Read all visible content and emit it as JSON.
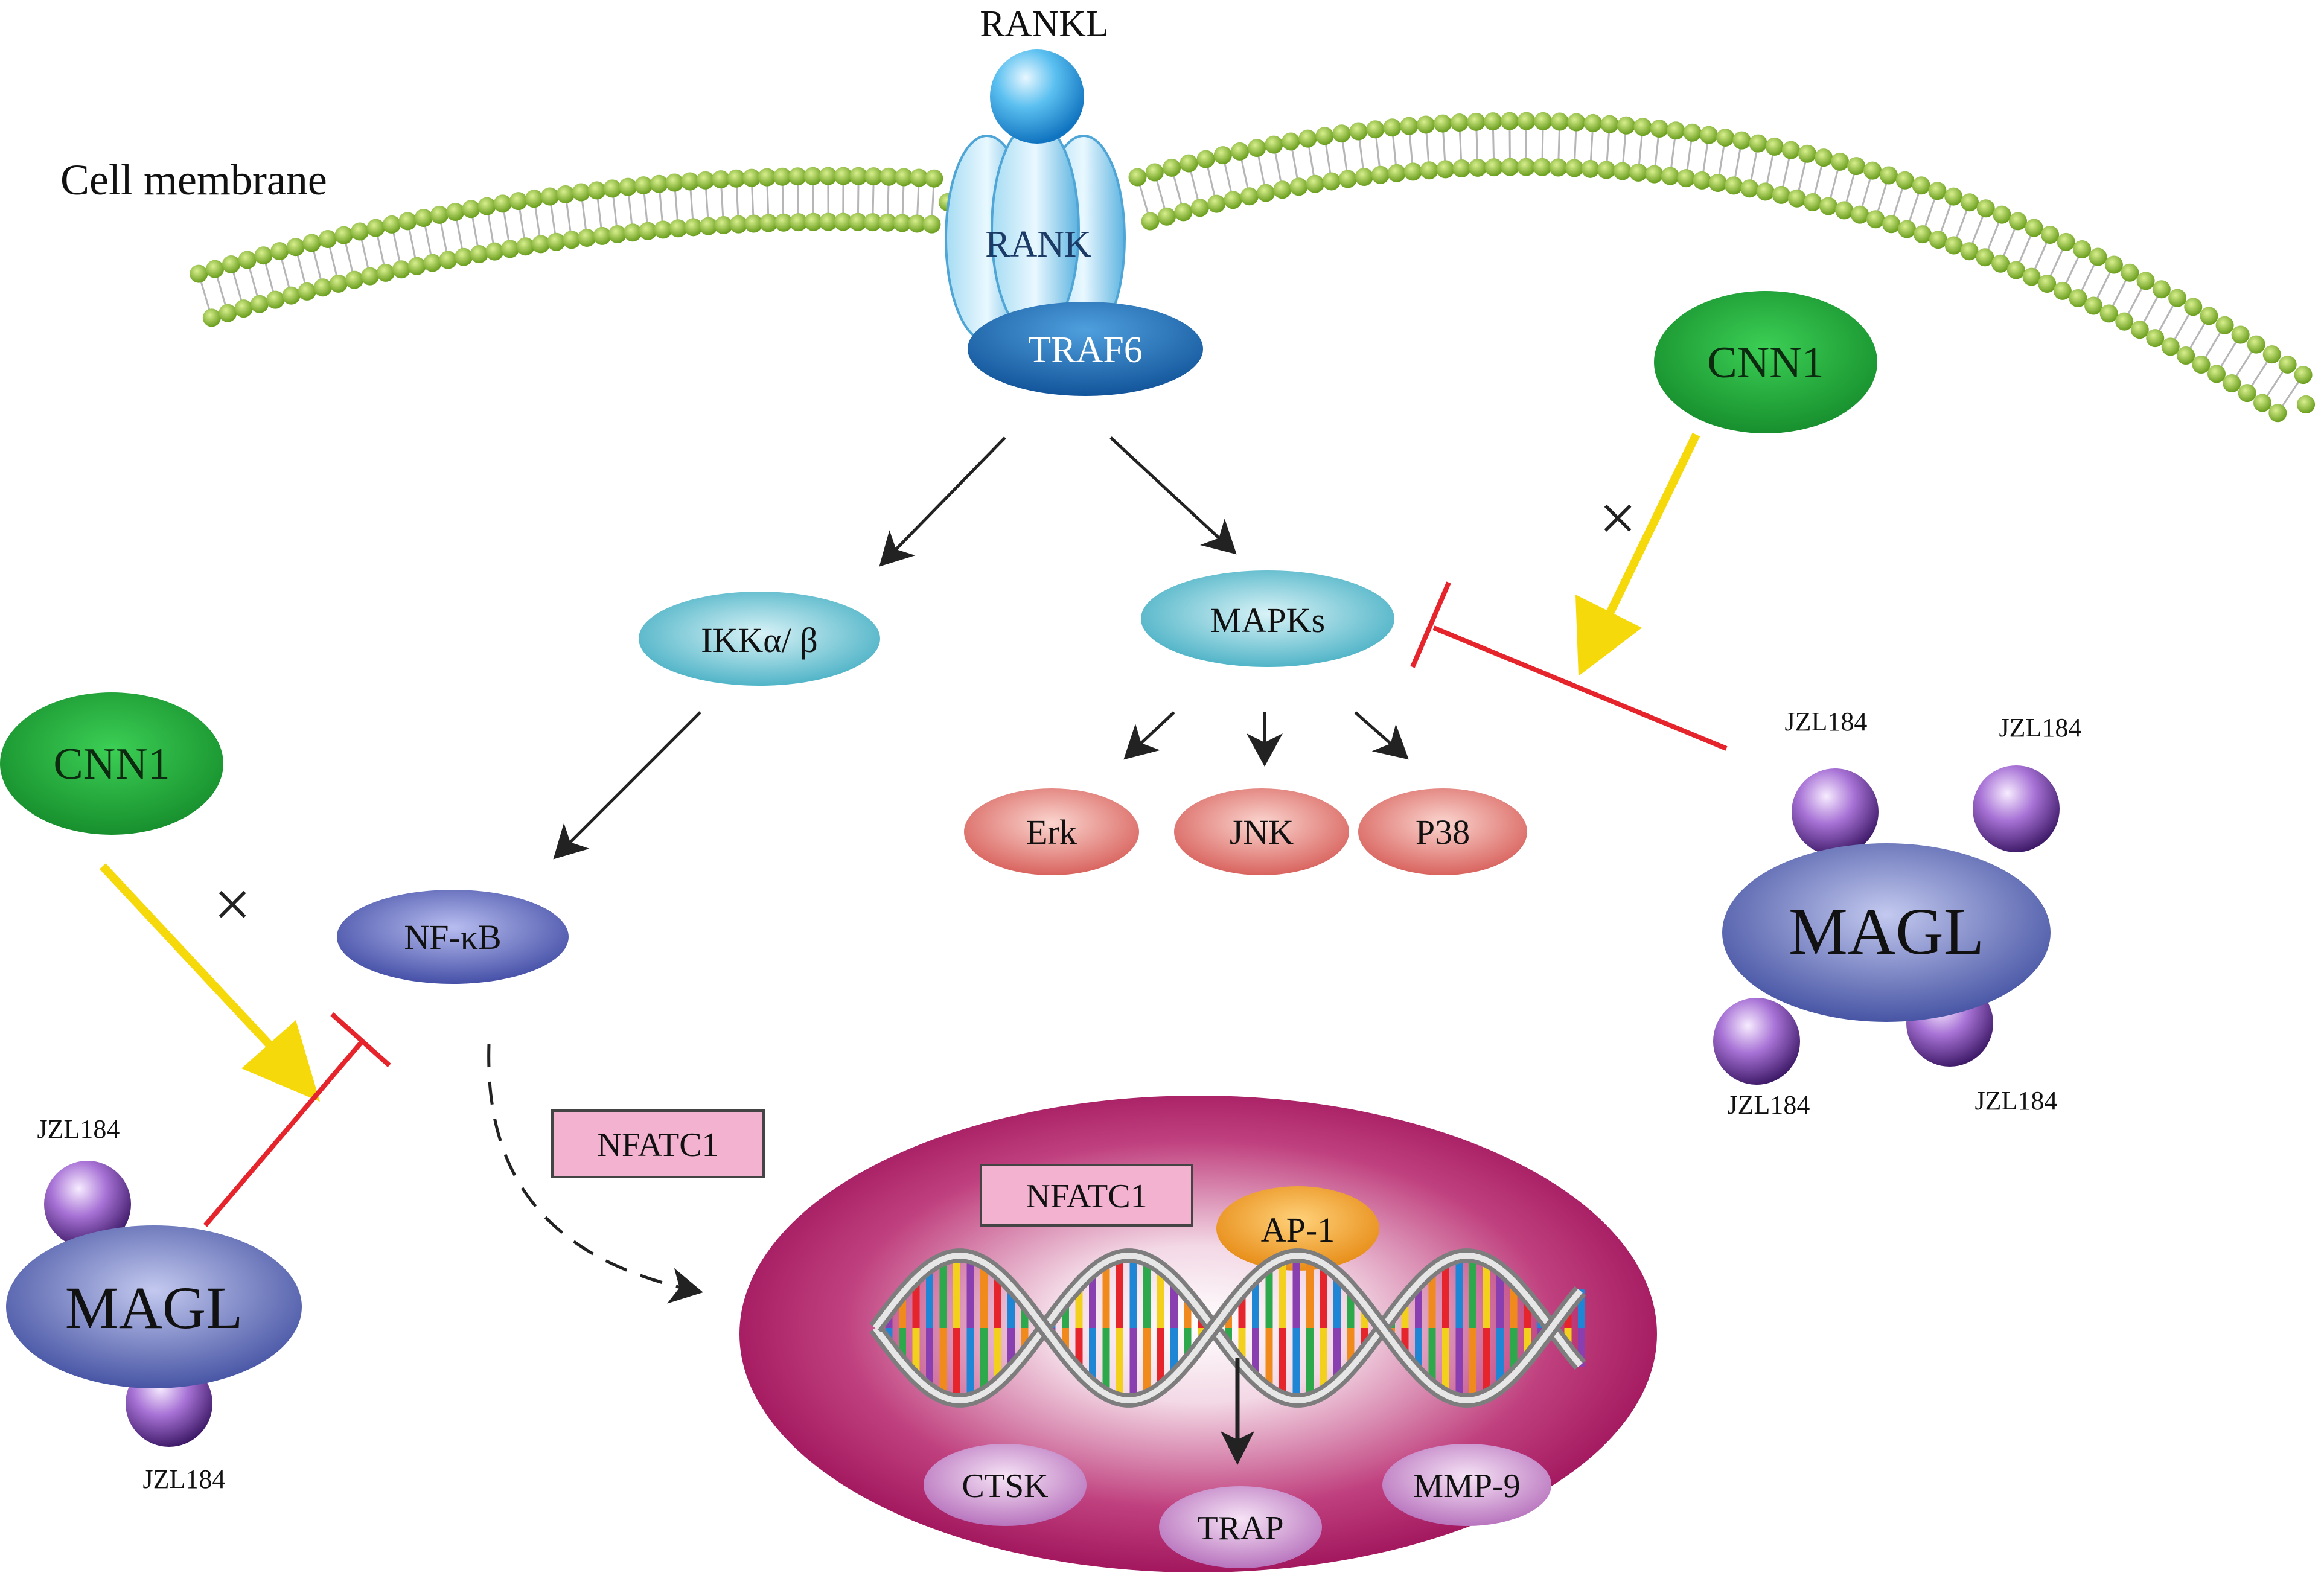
{
  "membrane": {
    "label": "Cell membrane"
  },
  "receptor": {
    "ligand": "RANKL",
    "receptor": "RANK",
    "adaptor": "TRAF6"
  },
  "pathway": {
    "ikk": "IKKα/ β",
    "mapks": "MAPKs",
    "erk": "Erk",
    "jnk": "JNK",
    "p38": "P38",
    "nfkb": "NF-κB",
    "nfatc1_cytoplasm": "NFATC1"
  },
  "nucleus": {
    "nfatc1": "NFATC1",
    "ap1": "AP-1",
    "targets": {
      "ctsk": "CTSK",
      "trap": "TRAP",
      "mmp9": "MMP-9"
    }
  },
  "cnn1_right": {
    "label": "CNN1",
    "block_mark": "×"
  },
  "cnn1_left": {
    "label": "CNN1",
    "block_mark": "×"
  },
  "magl_right": {
    "label": "MAGL",
    "inhibitors": {
      "top_left": "JZL184",
      "top_right": "JZL184",
      "bottom_left": "JZL184",
      "bottom_right": "JZL184"
    }
  },
  "magl_left": {
    "label": "MAGL",
    "inhibitors": {
      "top": "JZL184",
      "bottom": "JZL184"
    }
  },
  "colors": {
    "membrane_head": "#8dc23f",
    "receptor": "#6ec3ec",
    "traf6": "#1e6fb4",
    "signal_cyan": "#56bfd0",
    "mapk_red": "#e0746d",
    "nfkb_blue": "#5760b6",
    "cnn1_green": "#22a63a",
    "magl_blue": "#4e5fae",
    "jzl_purple": "#8a4fb8",
    "nucleus": "#a7125d",
    "nfatc1_box": "#f0a5c6",
    "ap1_orange": "#ef9a1f",
    "inhibit_red": "#e5242b",
    "cnn1_arrow_yellow": "#f5d90a"
  }
}
